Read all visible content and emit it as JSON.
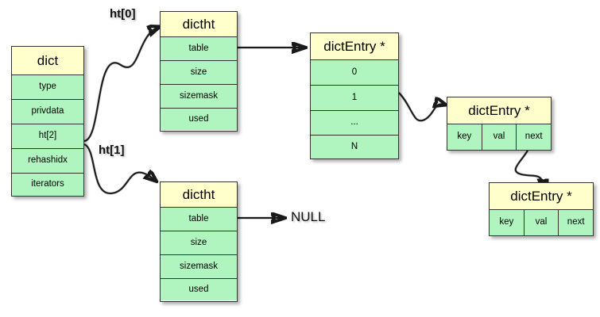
{
  "diagram": {
    "title": "Redis dict / dictht / dictEntry structure",
    "background_color": "#ffffff",
    "header_color": "#ffffcc",
    "field_color": "#b0f5bf",
    "border_color": "#333333",
    "connector_color": "#1a1a1a"
  },
  "dict": {
    "title": "dict",
    "fields": [
      {
        "label": "type"
      },
      {
        "label": "privdata"
      },
      {
        "label": "ht[2]"
      },
      {
        "label": "rehashidx"
      },
      {
        "label": "iterators"
      }
    ]
  },
  "pointer_labels": {
    "ht0": "ht[0]",
    "ht1": "ht[1]",
    "null": "NULL"
  },
  "dictht_0": {
    "title": "dictht",
    "fields": [
      {
        "label": "table"
      },
      {
        "label": "size"
      },
      {
        "label": "sizemask"
      },
      {
        "label": "used"
      }
    ]
  },
  "dictht_1": {
    "title": "dictht",
    "fields": [
      {
        "label": "table"
      },
      {
        "label": "size"
      },
      {
        "label": "sizemask"
      },
      {
        "label": "used"
      }
    ]
  },
  "entry_table": {
    "title": "dictEntry *",
    "slots": [
      {
        "label": "0"
      },
      {
        "label": "1"
      },
      {
        "label": "..."
      },
      {
        "label": "N"
      }
    ]
  },
  "entry_node_1": {
    "title": "dictEntry *",
    "cells": [
      {
        "label": "key"
      },
      {
        "label": "val"
      },
      {
        "label": "next"
      }
    ]
  },
  "entry_node_2": {
    "title": "dictEntry *",
    "cells": [
      {
        "label": "key"
      },
      {
        "label": "val"
      },
      {
        "label": "next"
      }
    ]
  }
}
